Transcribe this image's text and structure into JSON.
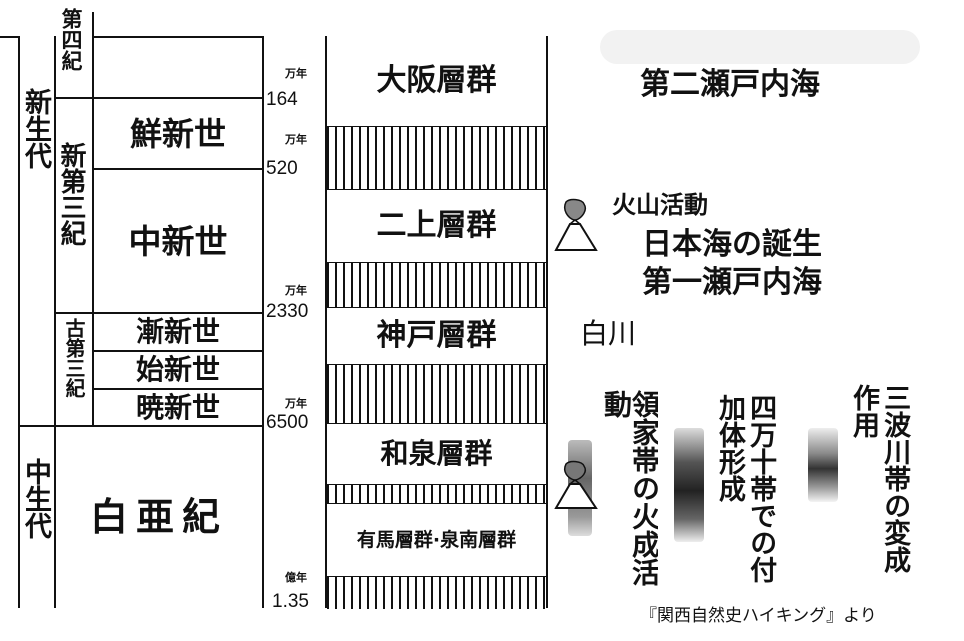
{
  "eras": {
    "cenozoic": "新生代",
    "mesozoic": "中生代"
  },
  "periods": {
    "quaternary": "第四紀",
    "neogene": "新第三紀",
    "paleogene": "古第三紀",
    "cretaceous": "白亜紀"
  },
  "epochs": {
    "pliocene": "鮮新世",
    "miocene": "中新世",
    "oligocene": "漸新世",
    "eocene": "始新世",
    "paleocene": "暁新世"
  },
  "ages": [
    {
      "unit": "万年",
      "value": "164"
    },
    {
      "unit": "万年",
      "value": "520"
    },
    {
      "unit": "万年",
      "value": "2330"
    },
    {
      "unit": "万年",
      "value": "6500"
    },
    {
      "unit": "億年",
      "value": "1.35"
    }
  ],
  "groups": {
    "osaka": "大阪層群",
    "nijo": "二上層群",
    "kobe": "神戸層群",
    "izumi": "和泉層群",
    "arima_sennan": "有馬層群·泉南層群"
  },
  "events": {
    "second_seto": "第二瀬戸内海",
    "volcanic": "火山活動",
    "sea_of_japan": "日本海の誕生",
    "first_seto": "第一瀬戸内海",
    "shirakawa": "白川",
    "ryoke": "領家帯の火成活動",
    "shimanto": "四万十帯での付加体形成",
    "sanbagawa": "三波川帯の変成作用"
  },
  "icons": [
    "volcano-icon"
  ],
  "source": "『関西自然史ハイキング』より"
}
